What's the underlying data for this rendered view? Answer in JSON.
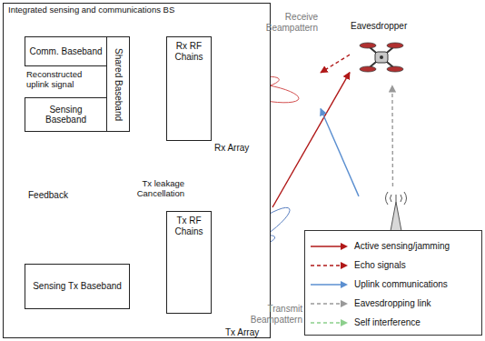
{
  "diagram": {
    "nodes": [
      {
        "text": [
          "Integrated sensing and communications BS"
        ]
      },
      {
        "text": [
          "Comm. Baseband"
        ],
        "in": 0
      },
      {
        "text": [
          "Sensing Baseband"
        ],
        "in": 0
      },
      {
        "text": [
          "Shared Baseband"
        ],
        "in": 0
      },
      {
        "text": [
          "Rx RF Chains"
        ],
        "in": 0
      },
      {
        "text": [
          "Tx RF Chains"
        ],
        "in": 0
      },
      {
        "text": [
          "Sensing Tx Baseband"
        ],
        "in": 0
      },
      {
        "text": [
          "Receive Beampattern"
        ]
      },
      {
        "text": [
          "Eavesdropper"
        ]
      },
      {
        "text": [
          "User"
        ]
      },
      {
        "text": [
          "Transmit Beampattern"
        ]
      }
    ],
    "edges": [
      {
        "from": 1,
        "to": 2,
        "label": "Reconstructed uplink signal",
        "arrow": "to"
      },
      {
        "from": 6,
        "to": 2,
        "label": "Feedback",
        "arrow": "to"
      },
      {
        "from": 4,
        "to": 3,
        "arrow": "to"
      },
      {
        "from": 5,
        "to": 4,
        "label": "Tx leakage Cancellation",
        "arrow": "to"
      },
      {
        "from": 6,
        "to": 5,
        "arrow": "to"
      },
      {
        "from": 10,
        "to": 8,
        "arrow": "to"
      },
      {
        "from": 8,
        "to": 7,
        "arrow": "to"
      },
      {
        "from": 9,
        "to": 7,
        "arrow": "to"
      },
      {
        "from": 9,
        "to": 8,
        "arrow": "to"
      },
      {
        "from": 10,
        "to": 7,
        "arrow": "to"
      }
    ],
    "labels": [
      "Rx Array",
      "Tx Array"
    ],
    "legend": [
      {
        "text": "Active sensing/jamming"
      },
      {
        "text": "Echo signals"
      },
      {
        "text": "Uplink communications"
      },
      {
        "text": "Eavesdropping link"
      },
      {
        "text": "Self interference"
      }
    ]
  }
}
